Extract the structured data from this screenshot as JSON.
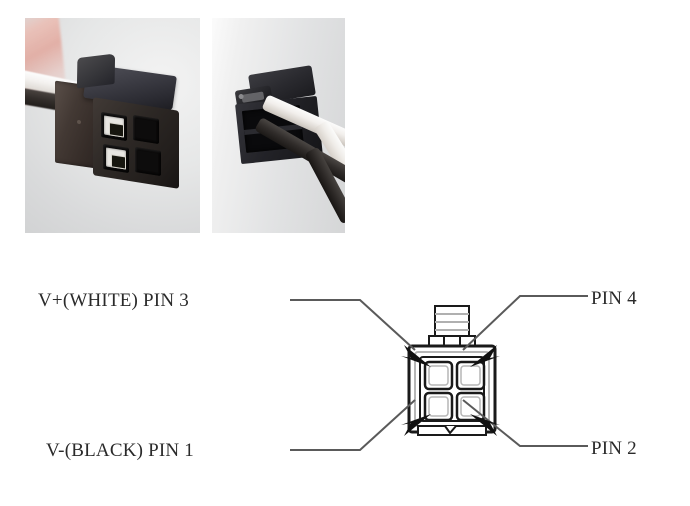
{
  "document": {
    "type": "connector-pinout-diagram",
    "title": "4-pin connector pinout"
  },
  "photos": [
    {
      "name": "connector-front-view-photo",
      "alt": "Black 4-way rectangular connector housing with white and black wires, front three-quarter view"
    },
    {
      "name": "connector-side-view-photo",
      "alt": "Black connector housing seen from the side with white and black cables exiting"
    }
  ],
  "diagram": {
    "connector_name": "4-pin connector outline drawing",
    "pin_count": 4,
    "labels": [
      {
        "id": "pin3",
        "text": "V+(WHITE) PIN 3",
        "pin": 3,
        "polarity": "V+",
        "wire_color": "WHITE",
        "position": "top-left"
      },
      {
        "id": "pin1",
        "text": "V-(BLACK) PIN 1",
        "pin": 1,
        "polarity": "V-",
        "wire_color": "BLACK",
        "position": "bottom-left"
      },
      {
        "id": "pin4",
        "text": "PIN 4",
        "pin": 4,
        "position": "top-right"
      },
      {
        "id": "pin2",
        "text": "PIN 2",
        "pin": 2,
        "position": "bottom-right"
      }
    ]
  },
  "colors": {
    "page_background": "#ffffff",
    "text": "#2a2a2a",
    "leader_line": "#5a5a5a",
    "arrow_fill": "#111111",
    "drawing_outline": "#1a1a1a",
    "drawing_shade": "#b6b6b6"
  }
}
